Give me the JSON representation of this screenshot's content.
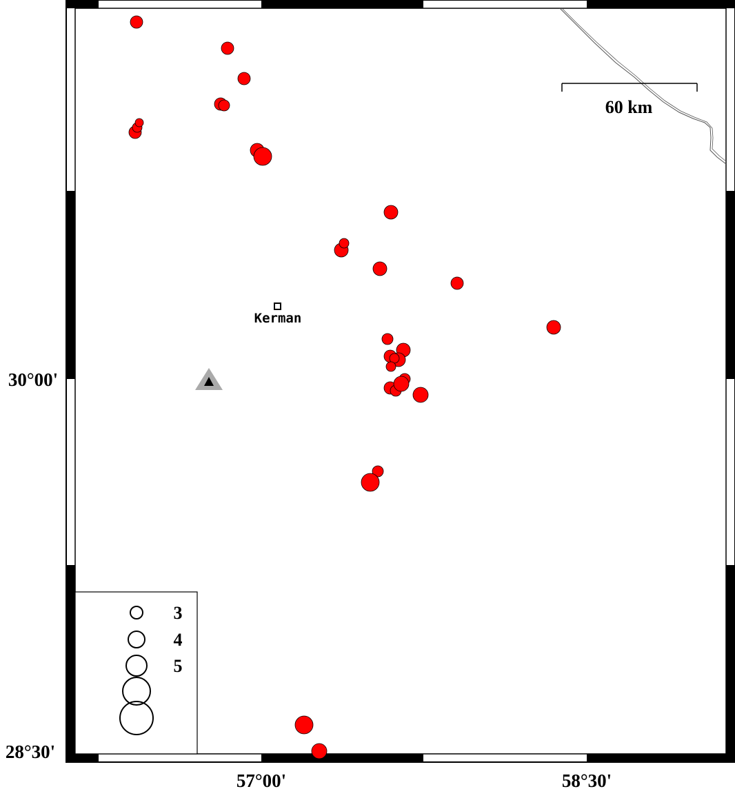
{
  "map": {
    "lat_labels": [
      "30°00'",
      "28°30'"
    ],
    "lon_labels": [
      "57°00'",
      "58°30'"
    ],
    "scale_bar_label": "60 km",
    "city": {
      "name": "Kerman",
      "icon": "square-city-marker"
    },
    "station": {
      "icon": "triangle-station-marker"
    },
    "event_color": "#ff0000",
    "coastline_color": "#555555",
    "legend": {
      "magnitude_labels": [
        "3",
        "4",
        "5",
        "",
        ""
      ]
    }
  }
}
